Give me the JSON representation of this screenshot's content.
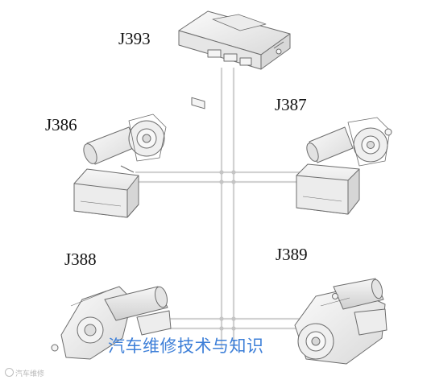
{
  "nodes": {
    "controller": {
      "label": "J393"
    },
    "front_left": {
      "label": "J386"
    },
    "front_right": {
      "label": "J387"
    },
    "rear_left": {
      "label": "J388"
    },
    "rear_right": {
      "label": "J389"
    }
  },
  "watermark": {
    "text": "汽车维修技术与知识",
    "color": "#3d7fd8"
  },
  "brand": {
    "text": "汽车维修"
  },
  "colors": {
    "wire": "#d4d4d4",
    "line": "#6d6d6d",
    "fill": "#f1f1f1"
  }
}
